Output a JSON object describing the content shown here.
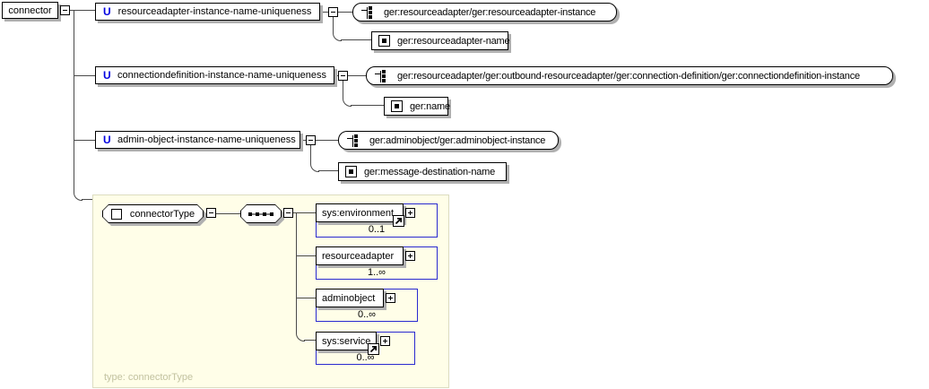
{
  "root": {
    "label": "connector"
  },
  "constraints": [
    {
      "badge": "U",
      "name": "resourceadapter-instance-name-uniqueness",
      "selector": "ger:resourceadapter/ger:resourceadapter-instance",
      "field": "ger:resourceadapter-name"
    },
    {
      "badge": "U",
      "name": "connectiondefinition-instance-name-uniqueness",
      "selector": "ger:resourceadapter/ger:outbound-resourceadapter/ger:connection-definition/ger:connectiondefinition-instance",
      "field": "ger:name"
    },
    {
      "badge": "U",
      "name": "admin-object-instance-name-uniqueness",
      "selector": "ger:adminobject/ger:adminobject-instance",
      "field": "ger:message-destination-name"
    }
  ],
  "type_detail": {
    "name": "connectorType",
    "compositor": "sequence",
    "footer": "type: connectorType",
    "children": [
      {
        "label": "sys:environment",
        "cardinality": "0..1",
        "reference": true
      },
      {
        "label": "resourceadapter",
        "cardinality": "1..∞",
        "reference": false
      },
      {
        "label": "adminobject",
        "cardinality": "0..∞",
        "reference": false
      },
      {
        "label": "sys:service",
        "cardinality": "0..∞",
        "reference": true
      }
    ]
  },
  "icons": {
    "collapse": "minus-box-icon",
    "expand": "plus-box-icon",
    "reference": "arrow-up-right-icon",
    "selector": "xpath-selector-icon",
    "field": "field-square-icon",
    "complex_type": "square-outline-icon",
    "sequence": "sequence-dots-icon"
  },
  "colors": {
    "frame_blue": "#2a2ad0",
    "type_area_bg": "#fffee8",
    "type_area_border": "#dcdcc0",
    "badge_blue": "#0000e0",
    "shadow_gray": "#b0b0b0",
    "line_gray": "#4a4a4a",
    "footer_text": "#c2c2a0"
  }
}
